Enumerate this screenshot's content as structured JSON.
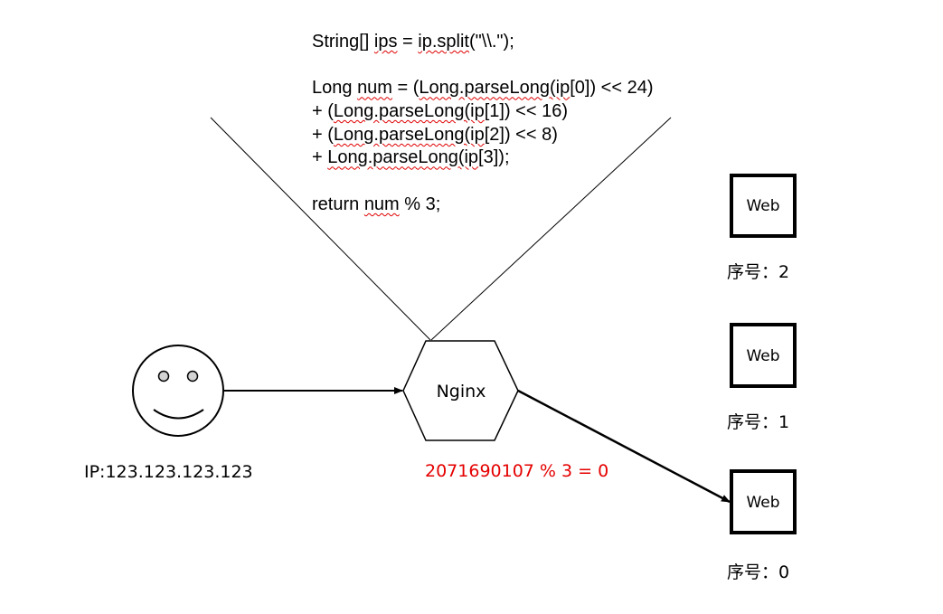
{
  "code": {
    "lines": [
      [
        {
          "text": "String[] "
        },
        {
          "text": "ips",
          "spellcheck": true
        },
        {
          "text": " = "
        },
        {
          "text": "ip.split",
          "spellcheck": true
        },
        {
          "text": "(\"\\\\.\");"
        }
      ],
      [],
      [
        {
          "text": "Long "
        },
        {
          "text": "num",
          "spellcheck": true
        },
        {
          "text": " = ("
        },
        {
          "text": "Long.parseLong(ip",
          "spellcheck": true
        },
        {
          "text": "[0]) << 24)"
        }
      ],
      [
        {
          "text": "+ ("
        },
        {
          "text": "Long.parseLong(ip",
          "spellcheck": true
        },
        {
          "text": "[1]) << 16)"
        }
      ],
      [
        {
          "text": "+ ("
        },
        {
          "text": "Long.parseLong(ip",
          "spellcheck": true
        },
        {
          "text": "[2]) << 8)"
        }
      ],
      [
        {
          "text": "+ "
        },
        {
          "text": "Long.parseLong(ip",
          "spellcheck": true
        },
        {
          "text": "[3]);"
        }
      ],
      [],
      [
        {
          "text": "return "
        },
        {
          "text": "num",
          "spellcheck": true
        },
        {
          "text": " % 3;"
        }
      ]
    ]
  },
  "client": {
    "ip_label": "IP:123.123.123.123",
    "icon": "smiley-face-icon"
  },
  "nginx": {
    "label": "Nginx",
    "calculation": "2071690107 % 3 = 0"
  },
  "servers": [
    {
      "label": "Web",
      "index_label": "序号：2"
    },
    {
      "label": "Web",
      "index_label": "序号：1"
    },
    {
      "label": "Web",
      "index_label": "序号：0"
    }
  ],
  "colors": {
    "calculation": "#e50000",
    "spellcheck_underline": "#e00000",
    "stroke": "#000000",
    "eyes": "#d3d3d3"
  }
}
